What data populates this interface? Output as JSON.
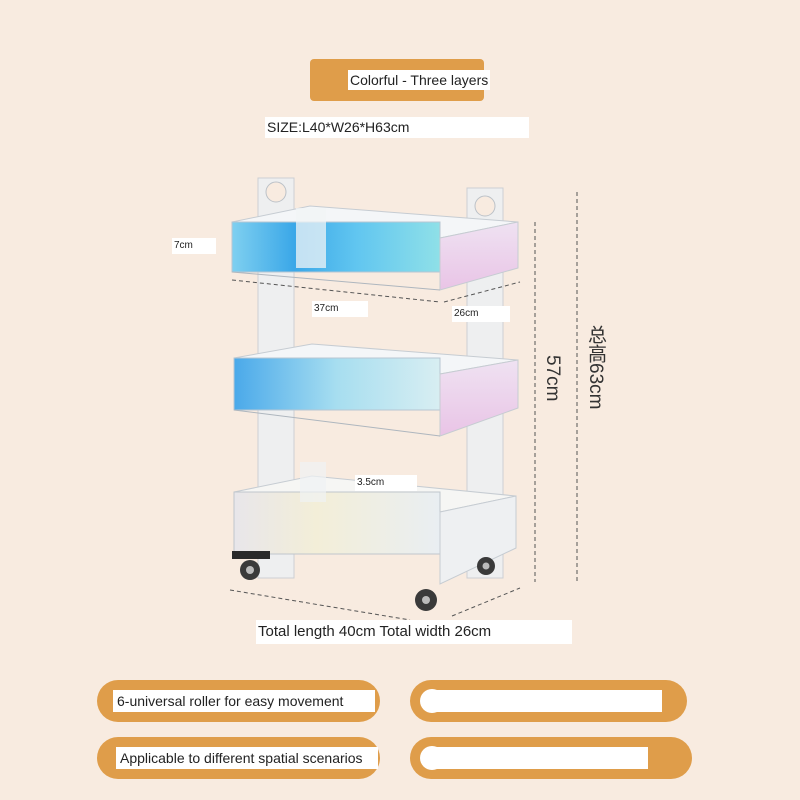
{
  "header": {
    "title": "Colorful - Three layers",
    "size": "SIZE:L40*W26*H63cm"
  },
  "dimensions": {
    "shelf_height": "7cm",
    "shelf_length": "37cm",
    "shelf_width": "26cm",
    "divider": "3.5cm",
    "inner_height": "57cm",
    "total_height": "总高63cm",
    "totals": "Total length 40cm Total width 26cm"
  },
  "features": [
    {
      "label": "6-universal roller for easy movement"
    },
    {
      "label": ""
    },
    {
      "label": "Applicable to different spatial scenarios"
    },
    {
      "label": ""
    }
  ],
  "colors": {
    "background": "#f8ebe0",
    "accent": "#df9d4a",
    "label_bg": "#ffffff"
  }
}
